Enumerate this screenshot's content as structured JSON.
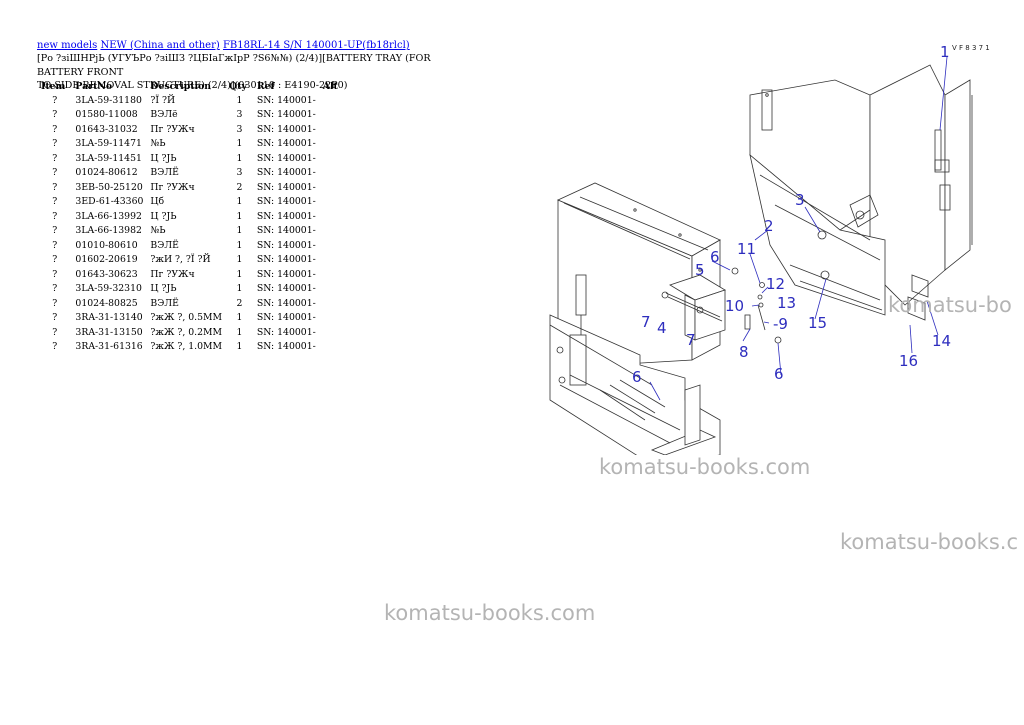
{
  "breadcrumb": {
    "link1": "new models",
    "link2": "NEW (China and other)",
    "link3": "FB18RL-14 S/N 140001-UP(fb18rlcl)"
  },
  "title_line1": "[Ро ?зіШНРјЬ (УГУЪРо ?зіШЗ ?ЦБІаГжІрР ?S6№№) (2/4)][BATTERY TRAY (FOR BATTERY FRONT",
  "title_line2": "TO SIDE REMOVAL STRUCTURE) (2/4)](030110 : E4190-22P0)",
  "table": {
    "headers": [
      "Item",
      "PartNo",
      "Description",
      "Qty",
      "Ref",
      "Alt"
    ],
    "rows": [
      {
        "item": "?",
        "partno": "3LA-59-31180",
        "desc": "?Ї ?Й",
        "qty": "1",
        "ref": "SN: 140001-"
      },
      {
        "item": "?",
        "partno": "01580-11008",
        "desc": "ВЭЛё",
        "qty": "3",
        "ref": "SN: 140001-"
      },
      {
        "item": "?",
        "partno": "01643-31032",
        "desc": "Пг ?УЖч",
        "qty": "3",
        "ref": "SN: 140001-"
      },
      {
        "item": "?",
        "partno": "3LA-59-11471",
        "desc": "№Ь",
        "qty": "1",
        "ref": "SN: 140001-"
      },
      {
        "item": "?",
        "partno": "3LA-59-11451",
        "desc": "Ц ?ЈЬ",
        "qty": "1",
        "ref": "SN: 140001-"
      },
      {
        "item": "?",
        "partno": "01024-80612",
        "desc": "ВЭЛЁ",
        "qty": "3",
        "ref": "SN: 140001-"
      },
      {
        "item": "?",
        "partno": "3EB-50-25120",
        "desc": "Пг ?УЖч",
        "qty": "2",
        "ref": "SN: 140001-"
      },
      {
        "item": "?",
        "partno": "3ED-61-43360",
        "desc": "Цб",
        "qty": "1",
        "ref": "SN: 140001-"
      },
      {
        "item": "?",
        "partno": "3LA-66-13992",
        "desc": "Ц ?ЈЬ",
        "qty": "1",
        "ref": "SN: 140001-"
      },
      {
        "item": "?",
        "partno": "3LA-66-13982",
        "desc": "№Ь",
        "qty": "1",
        "ref": "SN: 140001-"
      },
      {
        "item": "?",
        "partno": "01010-80610",
        "desc": "ВЭЛЁ",
        "qty": "1",
        "ref": "SN: 140001-"
      },
      {
        "item": "?",
        "partno": "01602-20619",
        "desc": "?жИ ?, ?Ї ?Й",
        "qty": "1",
        "ref": "SN: 140001-"
      },
      {
        "item": "?",
        "partno": "01643-30623",
        "desc": "Пг ?УЖч",
        "qty": "1",
        "ref": "SN: 140001-"
      },
      {
        "item": "?",
        "partno": "3LA-59-32310",
        "desc": "Ц ?ЈЬ",
        "qty": "1",
        "ref": "SN: 140001-"
      },
      {
        "item": "?",
        "partno": "01024-80825",
        "desc": "ВЭЛЁ",
        "qty": "2",
        "ref": "SN: 140001-"
      },
      {
        "item": "?",
        "partno": "3RA-31-13140",
        "desc": "?жЖ ?, 0.5MM",
        "qty": "1",
        "ref": "SN: 140001-"
      },
      {
        "item": "?",
        "partno": "3RA-31-13150",
        "desc": "?жЖ ?, 0.2MM",
        "qty": "1",
        "ref": "SN: 140001-"
      },
      {
        "item": "?",
        "partno": "3RA-31-61316",
        "desc": "?жЖ ?, 1.0MM",
        "qty": "1",
        "ref": "SN: 140001-"
      }
    ]
  },
  "diagram": {
    "code": "V F 8 3 7 1",
    "callouts": {
      "c1": "1",
      "c2": "2",
      "c3": "3",
      "c4": "4",
      "c5": "5",
      "c6a": "6",
      "c6b": "6",
      "c6c": "6",
      "c7a": "7",
      "c7b": "7",
      "c8": "8",
      "c9": "-9",
      "c10": "10",
      "c11": "11",
      "c12": "12",
      "c13": "13",
      "c14": "14",
      "c15": "15",
      "c16": "16"
    }
  },
  "watermarks": {
    "w1": "komatsu-books.com",
    "w2": "komatsu-books.com",
    "w3": "komatsu-books.c",
    "w4": "komatsu-bo"
  }
}
